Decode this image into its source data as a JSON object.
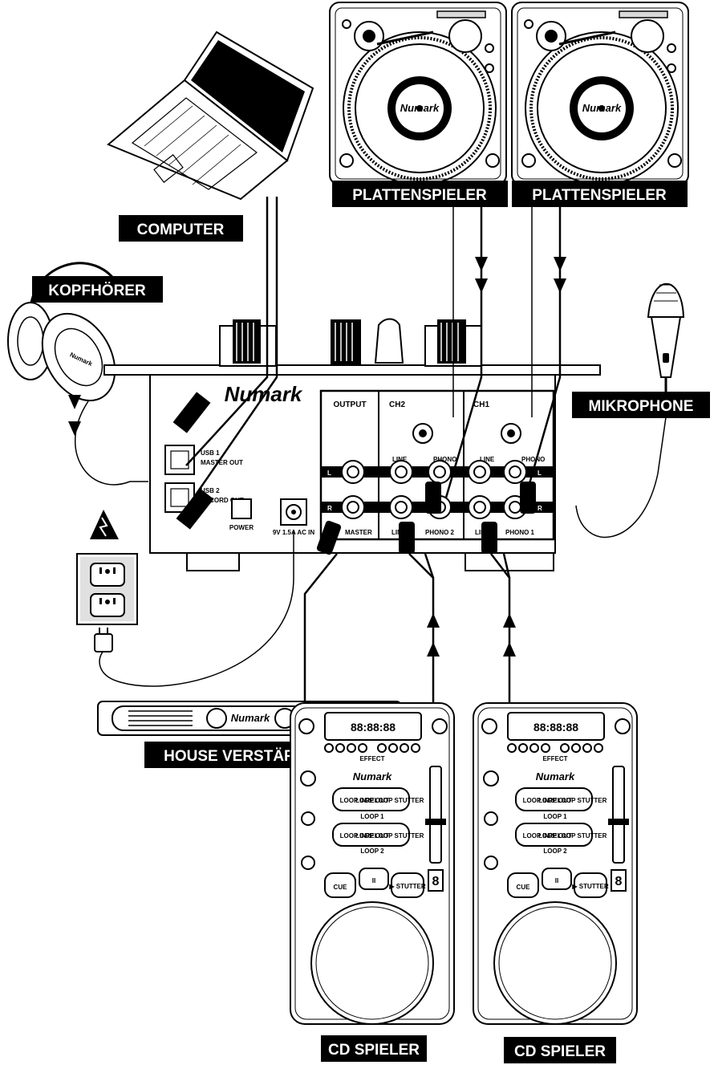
{
  "labels": {
    "turntable_1": "PLATTENSPIELER",
    "turntable_2": "PLATTENSPIELER",
    "computer": "COMPUTER",
    "headphones": "KOPFHÖRER",
    "microphone": "MIKROPHONE",
    "amplifier": "HOUSE VERSTÄRKER",
    "cd_player_1": "CD SPIELER",
    "cd_player_2": "CD SPIELER"
  },
  "mixer": {
    "brand": "Numark",
    "sections": {
      "output": "OUTPUT",
      "ch2": "CH2",
      "ch1": "CH1"
    },
    "line_label": "LINE",
    "phono_label": "PHONO",
    "left_marker": "L",
    "right_marker": "R",
    "usb1": "USB 1",
    "master_out": "MASTER OUT",
    "usb2": "USB 2",
    "record_out": "RECORD OUT",
    "power": "POWER",
    "power_in": "9V 1.5A AC IN",
    "master": "MASTER",
    "line2": "LINE",
    "phono2": "PHONO 2",
    "line1": "LINE",
    "phono1": "PHONO 1"
  },
  "amplifier_brand": "Numark",
  "cd_player": {
    "brand": "Numark",
    "display": "88:88:88",
    "effect": "EFFECT",
    "loop_in": "LOOP IN",
    "loop_out": "LOOP OUT",
    "reloop": "RELOOP STUTTER",
    "loop1": "LOOP 1",
    "loop2": "LOOP 2",
    "cue": "CUE",
    "pause": "II",
    "play": "▶ STUTTER",
    "digit": "8"
  },
  "turntable_brand": "Numark"
}
